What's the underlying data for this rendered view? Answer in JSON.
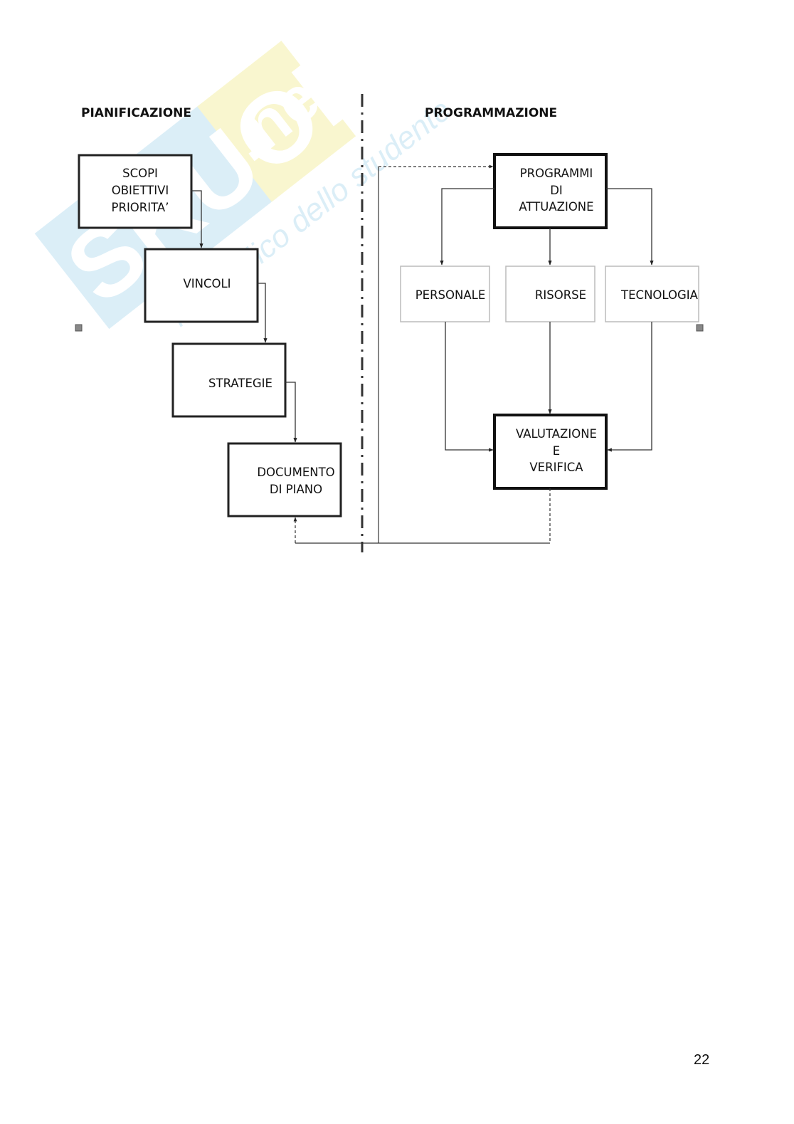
{
  "watermark": {
    "logo_text": "Skuola.net",
    "tagline": "il paradico dello studente",
    "colors": {
      "blue": "#bfe1f2",
      "yellow": "#f5f0a8"
    }
  },
  "headings": {
    "left": "PIANIFICAZIONE",
    "right": "PROGRAMMAZIONE"
  },
  "boxes": {
    "scopi": [
      "SCOPI",
      "OBIETTIVI",
      "PRIORITA’"
    ],
    "vincoli": [
      "VINCOLI"
    ],
    "strategie": [
      "STRATEGIE"
    ],
    "documento": [
      "DOCUMENTO",
      "DI PIANO"
    ],
    "programmi": [
      "PROGRAMMI",
      "DI",
      "ATTUAZIONE"
    ],
    "personale": [
      "PERSONALE"
    ],
    "risorse": [
      "RISORSE"
    ],
    "tecnologia": [
      "TECNOLOGIA"
    ],
    "valutazione": [
      "VALUTAZIONE",
      "E",
      "VERIFICA"
    ]
  },
  "footer": {
    "page_number": "22"
  }
}
